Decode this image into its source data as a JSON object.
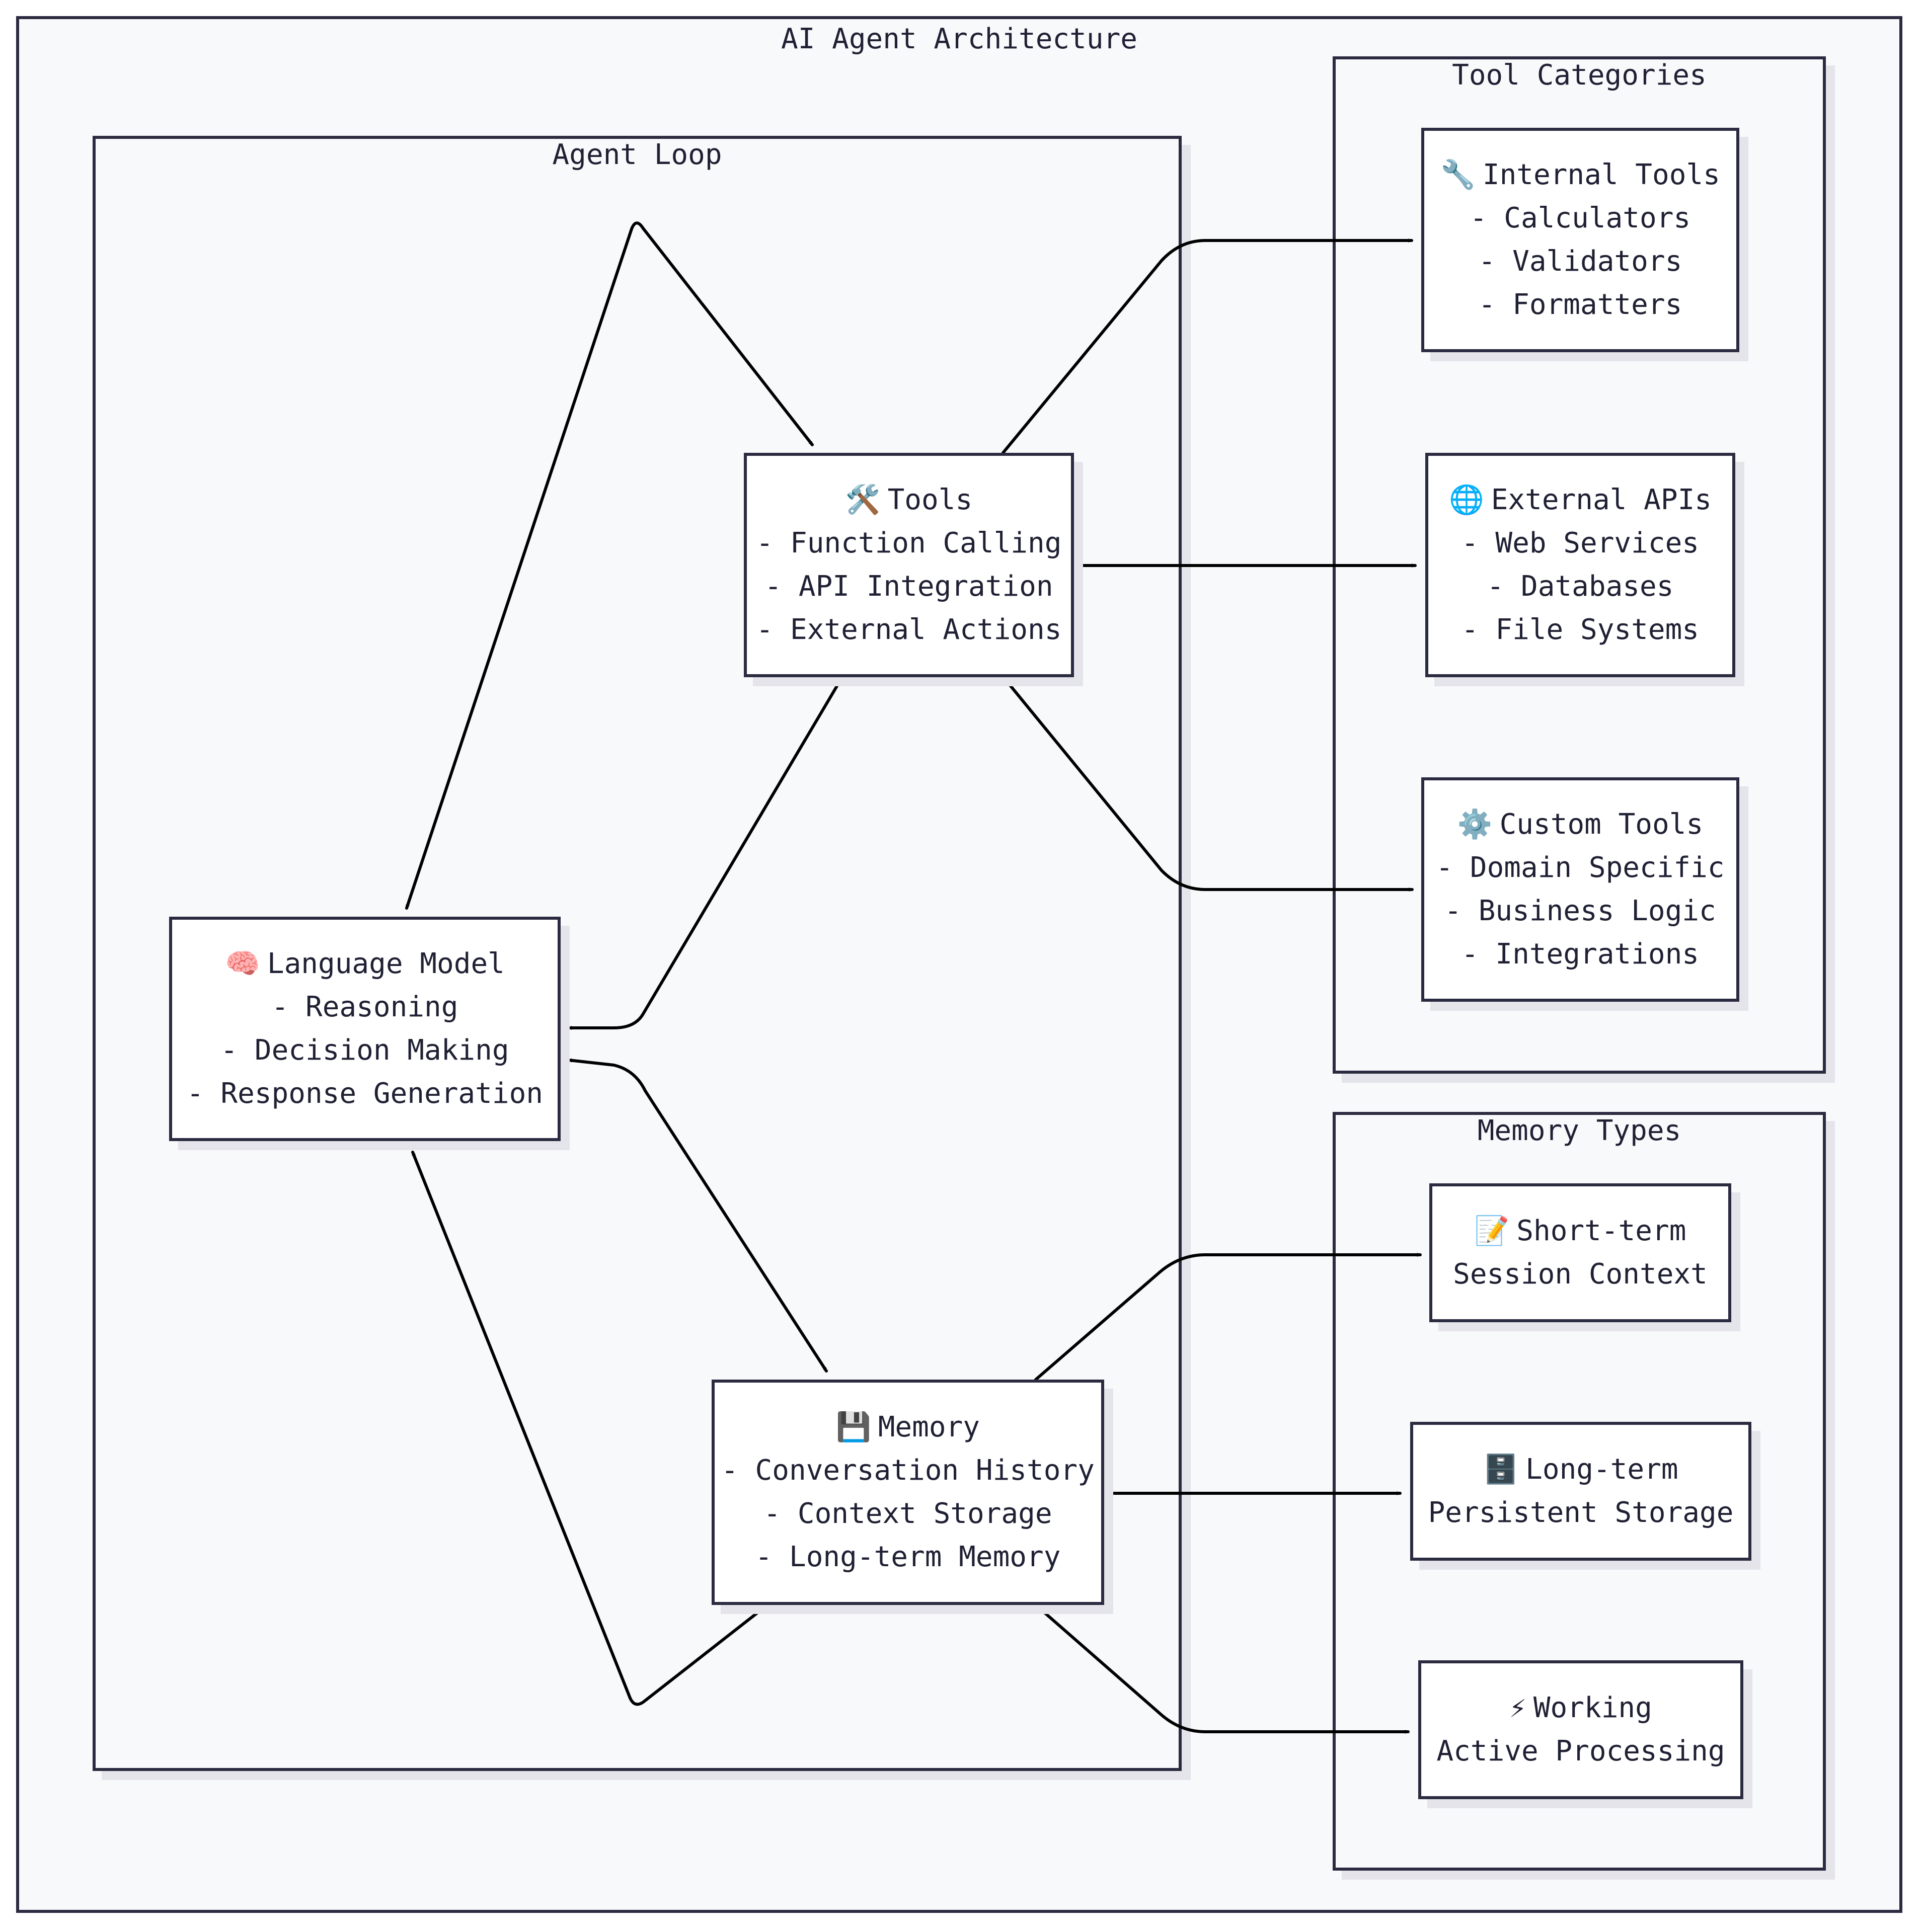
{
  "diagram": {
    "title": "AI Agent Architecture",
    "groups": {
      "agent_loop": {
        "title": "Agent Loop"
      },
      "tool_categories": {
        "title": "Tool Categories"
      },
      "memory_types": {
        "title": "Memory Types"
      }
    },
    "nodes": {
      "language_model": {
        "icon": "brain-icon",
        "glyph": "🧠",
        "title": "Language Model",
        "lines": [
          "- Reasoning",
          "- Decision Making",
          "- Response Generation"
        ]
      },
      "tools": {
        "icon": "hammer-wrench-icon",
        "glyph": "🛠️",
        "title": "Tools",
        "lines": [
          "- Function Calling",
          "- API Integration",
          "- External Actions"
        ]
      },
      "memory": {
        "icon": "floppy-disk-icon",
        "glyph": "💾",
        "title": "Memory",
        "lines": [
          "- Conversation History",
          "- Context Storage",
          "- Long-term Memory"
        ]
      },
      "internal_tools": {
        "icon": "wrench-icon",
        "glyph": "🔧",
        "title": "Internal Tools",
        "lines": [
          "- Calculators",
          "- Validators",
          "- Formatters"
        ]
      },
      "external_apis": {
        "icon": "globe-icon",
        "glyph": "🌐",
        "title": "External APIs",
        "lines": [
          "- Web Services",
          "- Databases",
          "- File Systems"
        ]
      },
      "custom_tools": {
        "icon": "gear-icon",
        "glyph": "⚙️",
        "title": "Custom Tools",
        "lines": [
          "- Domain Specific",
          "- Business Logic",
          "- Integrations"
        ]
      },
      "short_term": {
        "icon": "memo-icon",
        "glyph": "📝",
        "title": "Short-term",
        "lines": [
          "Session Context"
        ]
      },
      "long_term": {
        "icon": "file-cabinet-icon",
        "glyph": "🗄️",
        "title": "Long-term",
        "lines": [
          "Persistent Storage"
        ]
      },
      "working": {
        "icon": "lightning-icon",
        "glyph": "⚡",
        "title": "Working",
        "lines": [
          "Active Processing"
        ]
      }
    },
    "edges": [
      {
        "from": "language_model",
        "to": "tools"
      },
      {
        "from": "tools",
        "to": "language_model"
      },
      {
        "from": "language_model",
        "to": "memory",
        "bidirectional": true
      },
      {
        "from": "memory",
        "to": "language_model"
      },
      {
        "from": "tools",
        "to": "internal_tools"
      },
      {
        "from": "tools",
        "to": "external_apis"
      },
      {
        "from": "tools",
        "to": "custom_tools"
      },
      {
        "from": "memory",
        "to": "short_term"
      },
      {
        "from": "memory",
        "to": "long_term"
      },
      {
        "from": "memory",
        "to": "working"
      }
    ],
    "colors": {
      "border": "#2a2a40",
      "background": "#f8f9fb",
      "node_fill": "#ffffff",
      "shadow": "#e4e4ea",
      "text": "#1f2033"
    }
  }
}
